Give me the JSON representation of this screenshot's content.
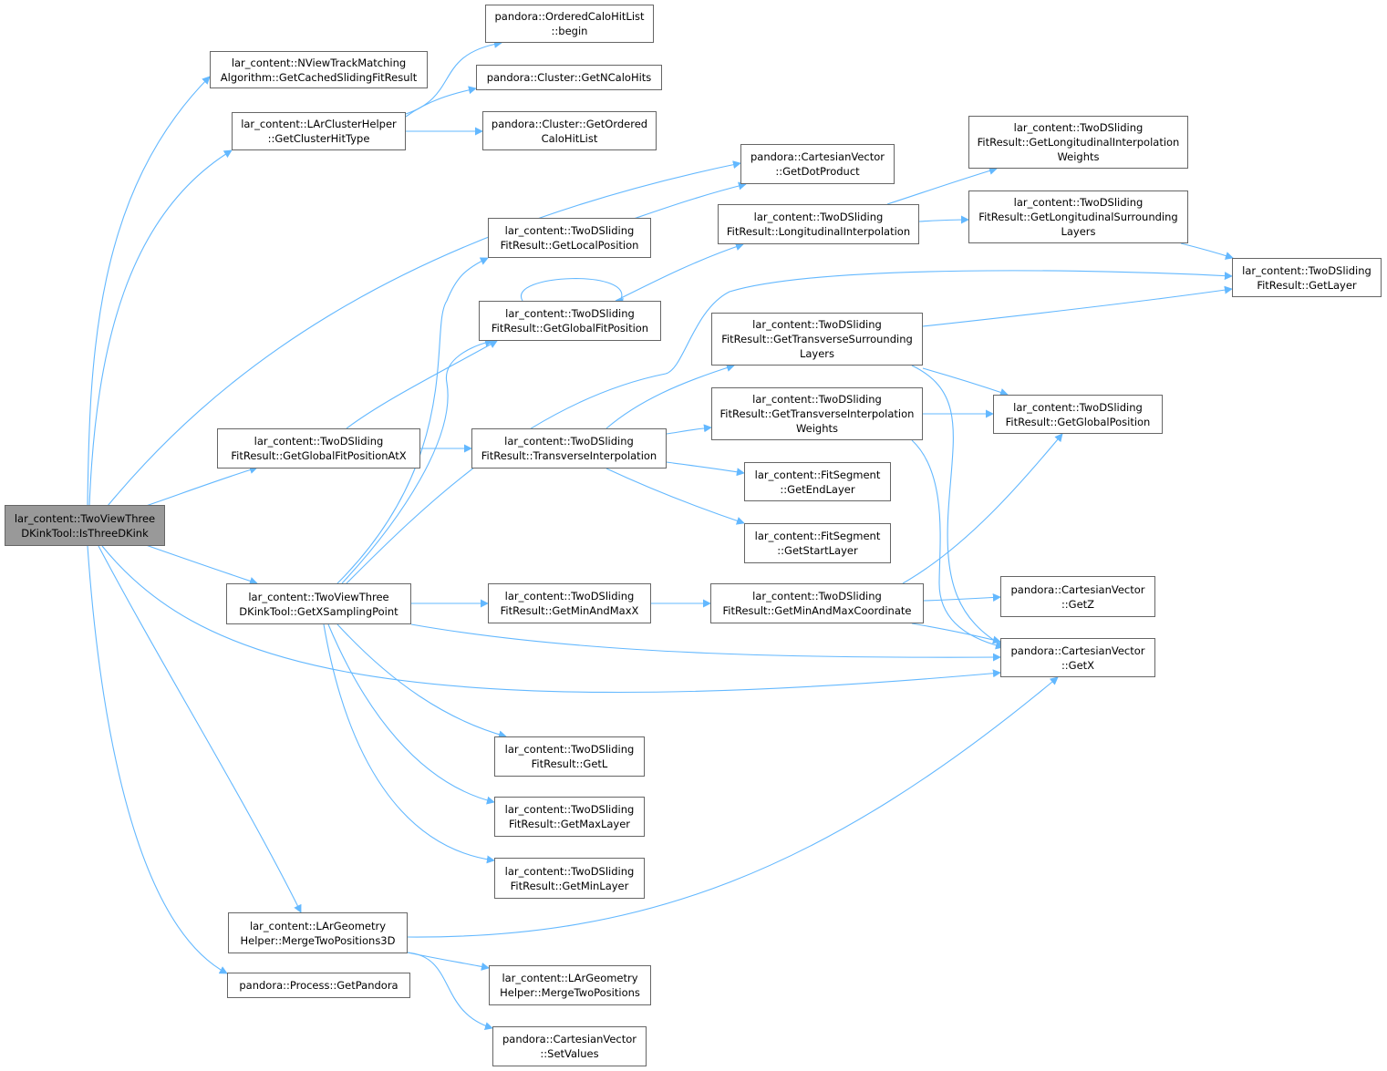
{
  "diagram": {
    "edge_color": "#63b8ff",
    "node_border_color": "#666666",
    "root_fill_color": "#999999",
    "nodes": [
      {
        "id": "root",
        "lines": [
          "lar_content::TwoViewThree",
          "DKinkTool::IsThreeDKink"
        ],
        "root": true
      },
      {
        "id": "ntm_cached",
        "lines": [
          "lar_content::NViewTrackMatching",
          "Algorithm::GetCachedSlidingFitResult"
        ]
      },
      {
        "id": "ch_hittype",
        "lines": [
          "lar_content::LArClusterHelper",
          "::GetClusterHitType"
        ]
      },
      {
        "id": "ochl_begin",
        "lines": [
          "pandora::OrderedCaloHitList",
          "::begin"
        ]
      },
      {
        "id": "cl_ncalo",
        "lines": [
          "pandora::Cluster::GetNCaloHits"
        ]
      },
      {
        "id": "cl_ordered",
        "lines": [
          "pandora::Cluster::GetOrdered",
          "CaloHitList"
        ]
      },
      {
        "id": "cv_dot",
        "lines": [
          "pandora::CartesianVector",
          "::GetDotProduct"
        ]
      },
      {
        "id": "sf_localpos",
        "lines": [
          "lar_content::TwoDSliding",
          "FitResult::GetLocalPosition"
        ]
      },
      {
        "id": "sf_globalfit",
        "lines": [
          "lar_content::TwoDSliding",
          "FitResult::GetGlobalFitPosition"
        ]
      },
      {
        "id": "sf_longinterp",
        "lines": [
          "lar_content::TwoDSliding",
          "FitResult::LongitudinalInterpolation"
        ]
      },
      {
        "id": "sf_longweights",
        "lines": [
          "lar_content::TwoDSliding",
          "FitResult::GetLongitudinalInterpolation",
          "Weights"
        ]
      },
      {
        "id": "sf_longsurr",
        "lines": [
          "lar_content::TwoDSliding",
          "FitResult::GetLongitudinalSurrounding",
          "Layers"
        ]
      },
      {
        "id": "sf_getlayer",
        "lines": [
          "lar_content::TwoDSliding",
          "FitResult::GetLayer"
        ]
      },
      {
        "id": "sf_transsurr",
        "lines": [
          "lar_content::TwoDSliding",
          "FitResult::GetTransverseSurrounding",
          "Layers"
        ]
      },
      {
        "id": "sf_transweights",
        "lines": [
          "lar_content::TwoDSliding",
          "FitResult::GetTransverseInterpolation",
          "Weights"
        ]
      },
      {
        "id": "sf_globalpos",
        "lines": [
          "lar_content::TwoDSliding",
          "FitResult::GetGlobalPosition"
        ]
      },
      {
        "id": "sf_globalfitx",
        "lines": [
          "lar_content::TwoDSliding",
          "FitResult::GetGlobalFitPositionAtX"
        ]
      },
      {
        "id": "sf_transinterp",
        "lines": [
          "lar_content::TwoDSliding",
          "FitResult::TransverseInterpolation"
        ]
      },
      {
        "id": "fs_endlayer",
        "lines": [
          "lar_content::FitSegment",
          "::GetEndLayer"
        ]
      },
      {
        "id": "fs_startlayer",
        "lines": [
          "lar_content::FitSegment",
          "::GetStartLayer"
        ]
      },
      {
        "id": "kt_xsampling",
        "lines": [
          "lar_content::TwoViewThree",
          "DKinkTool::GetXSamplingPoint"
        ]
      },
      {
        "id": "sf_minmaxx",
        "lines": [
          "lar_content::TwoDSliding",
          "FitResult::GetMinAndMaxX"
        ]
      },
      {
        "id": "sf_minmaxcoord",
        "lines": [
          "lar_content::TwoDSliding",
          "FitResult::GetMinAndMaxCoordinate"
        ]
      },
      {
        "id": "cv_getz",
        "lines": [
          "pandora::CartesianVector",
          "::GetZ"
        ]
      },
      {
        "id": "cv_getx",
        "lines": [
          "pandora::CartesianVector",
          "::GetX"
        ]
      },
      {
        "id": "sf_getl",
        "lines": [
          "lar_content::TwoDSliding",
          "FitResult::GetL"
        ]
      },
      {
        "id": "sf_maxlayer",
        "lines": [
          "lar_content::TwoDSliding",
          "FitResult::GetMaxLayer"
        ]
      },
      {
        "id": "sf_minlayer",
        "lines": [
          "lar_content::TwoDSliding",
          "FitResult::GetMinLayer"
        ]
      },
      {
        "id": "gh_merge3d",
        "lines": [
          "lar_content::LArGeometry",
          "Helper::MergeTwoPositions3D"
        ]
      },
      {
        "id": "gh_merge",
        "lines": [
          "lar_content::LArGeometry",
          "Helper::MergeTwoPositions"
        ]
      },
      {
        "id": "pr_getpandora",
        "lines": [
          "pandora::Process::GetPandora"
        ]
      },
      {
        "id": "cv_setvalues",
        "lines": [
          "pandora::CartesianVector",
          "::SetValues"
        ]
      }
    ],
    "edges": [
      {
        "from": "root",
        "to": "ntm_cached"
      },
      {
        "from": "root",
        "to": "ch_hittype"
      },
      {
        "from": "root",
        "to": "cv_dot"
      },
      {
        "from": "root",
        "to": "sf_globalfitx"
      },
      {
        "from": "root",
        "to": "kt_xsampling"
      },
      {
        "from": "root",
        "to": "cv_getx"
      },
      {
        "from": "root",
        "to": "gh_merge3d"
      },
      {
        "from": "root",
        "to": "pr_getpandora"
      },
      {
        "from": "ch_hittype",
        "to": "ochl_begin"
      },
      {
        "from": "ch_hittype",
        "to": "cl_ncalo"
      },
      {
        "from": "ch_hittype",
        "to": "cl_ordered"
      },
      {
        "from": "sf_localpos",
        "to": "cv_dot"
      },
      {
        "from": "sf_globalfit",
        "to": "sf_globalfit"
      },
      {
        "from": "sf_globalfit",
        "to": "sf_longinterp"
      },
      {
        "from": "sf_longinterp",
        "to": "sf_longweights"
      },
      {
        "from": "sf_longinterp",
        "to": "sf_longsurr"
      },
      {
        "from": "sf_longsurr",
        "to": "sf_getlayer"
      },
      {
        "from": "sf_globalfitx",
        "to": "sf_globalfit"
      },
      {
        "from": "sf_globalfitx",
        "to": "sf_transinterp"
      },
      {
        "from": "sf_transinterp",
        "to": "sf_transsurr"
      },
      {
        "from": "sf_transinterp",
        "to": "sf_transweights"
      },
      {
        "from": "sf_transinterp",
        "to": "fs_endlayer"
      },
      {
        "from": "sf_transinterp",
        "to": "fs_startlayer"
      },
      {
        "from": "sf_transsurr",
        "to": "sf_getlayer"
      },
      {
        "from": "sf_transsurr",
        "to": "sf_globalpos"
      },
      {
        "from": "sf_transsurr",
        "to": "cv_getx"
      },
      {
        "from": "sf_transweights",
        "to": "sf_globalpos"
      },
      {
        "from": "sf_transweights",
        "to": "cv_getx"
      },
      {
        "from": "kt_xsampling",
        "to": "sf_localpos"
      },
      {
        "from": "kt_xsampling",
        "to": "sf_globalfit"
      },
      {
        "from": "kt_xsampling",
        "to": "sf_getlayer"
      },
      {
        "from": "kt_xsampling",
        "to": "sf_minmaxx"
      },
      {
        "from": "kt_xsampling",
        "to": "cv_getx"
      },
      {
        "from": "kt_xsampling",
        "to": "sf_getl"
      },
      {
        "from": "kt_xsampling",
        "to": "sf_maxlayer"
      },
      {
        "from": "kt_xsampling",
        "to": "sf_minlayer"
      },
      {
        "from": "sf_minmaxx",
        "to": "sf_minmaxcoord"
      },
      {
        "from": "sf_minmaxcoord",
        "to": "sf_globalpos"
      },
      {
        "from": "sf_minmaxcoord",
        "to": "cv_getz"
      },
      {
        "from": "sf_minmaxcoord",
        "to": "cv_getx"
      },
      {
        "from": "gh_merge3d",
        "to": "cv_getx"
      },
      {
        "from": "gh_merge3d",
        "to": "gh_merge"
      },
      {
        "from": "gh_merge3d",
        "to": "cv_setvalues"
      }
    ]
  }
}
